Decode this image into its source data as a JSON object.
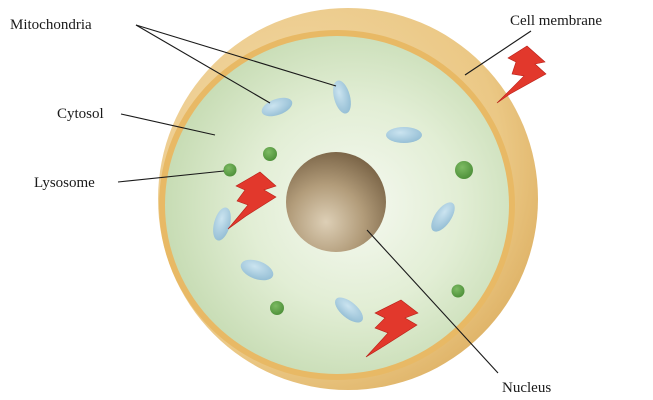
{
  "labels": {
    "mitochondria": "Mitochondria",
    "cell_membrane": "Cell membrane",
    "cytosol": "Cytosol",
    "lysosome": "Lysosome",
    "nucleus": "Nucleus"
  },
  "colors": {
    "membrane_outer": "#e3b968",
    "membrane_inner": "#f1d9a8",
    "membrane_rim": "#e6b763",
    "cytosol_center": "#f4f8ee",
    "cytosol_edge": "#cde2bb",
    "mitochondria": "#a9cfe2",
    "lysosome": "#5b9f45",
    "nucleus_light": "#d4c2a5",
    "nucleus_dark": "#7e684a",
    "lightning": "#e2382c",
    "text": "#1a1a1a"
  }
}
